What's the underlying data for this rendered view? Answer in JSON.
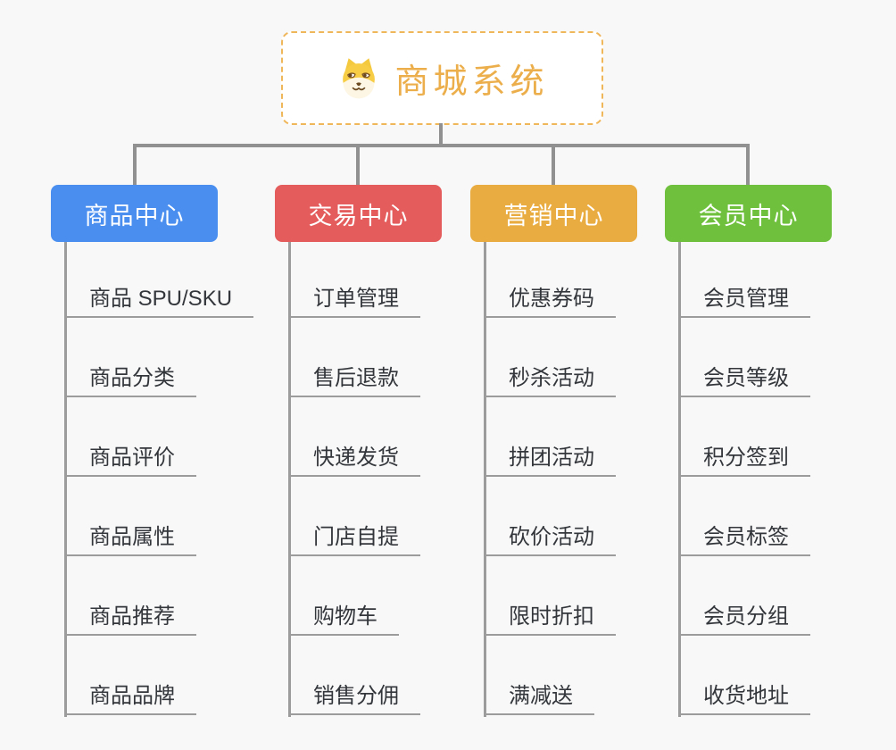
{
  "root": {
    "title": "商城系统",
    "icon": "shiba-dog-icon"
  },
  "theme": {
    "background": "#f8f8f8",
    "connector_color": "#919191",
    "underline_color": "#9c9c9c",
    "leaf_text_color": "#33363b",
    "root_border_color": "#f0b65a",
    "root_text_color": "#ebae4a"
  },
  "branches": [
    {
      "label": "商品中心",
      "color": "#4a8ff0",
      "items": [
        "商品 SPU/SKU",
        "商品分类",
        "商品评价",
        "商品属性",
        "商品推荐",
        "商品品牌"
      ]
    },
    {
      "label": "交易中心",
      "color": "#e45c5c",
      "items": [
        "订单管理",
        "售后退款",
        "快递发货",
        "门店自提",
        "购物车",
        "销售分佣"
      ]
    },
    {
      "label": "营销中心",
      "color": "#e9ac40",
      "items": [
        "优惠券码",
        "秒杀活动",
        "拼团活动",
        "砍价活动",
        "限时折扣",
        "满减送"
      ]
    },
    {
      "label": "会员中心",
      "color": "#6fc13d",
      "items": [
        "会员管理",
        "会员等级",
        "积分签到",
        "会员标签",
        "会员分组",
        "收货地址"
      ]
    }
  ]
}
